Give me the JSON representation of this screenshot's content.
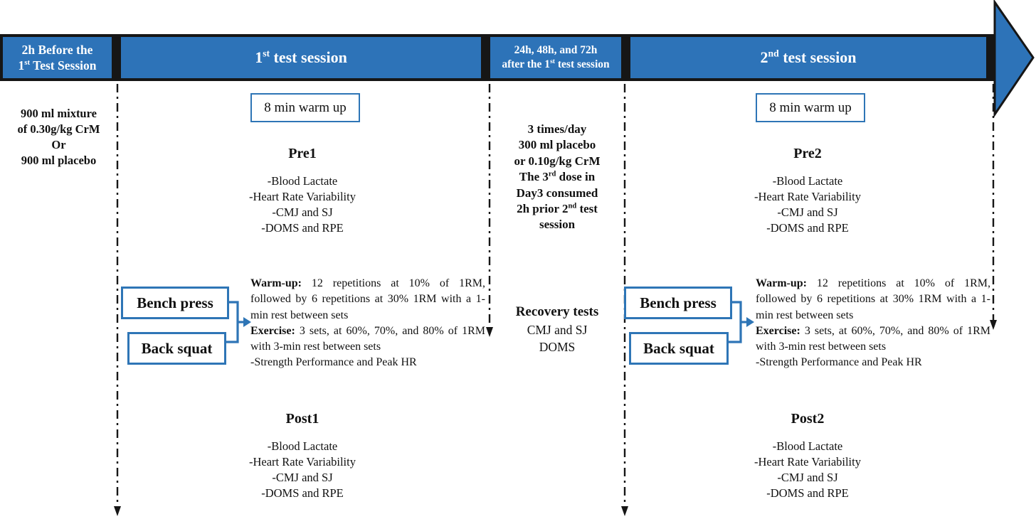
{
  "colors": {
    "timeline_blue": "#2d73b8",
    "box_border_blue": "#2e75b6",
    "line_black": "#161616"
  },
  "header": {
    "before": {
      "l1": "2h Before the",
      "l2a": "1",
      "l2sup": "st",
      "l2b": " Test Session"
    },
    "session1": {
      "a": "1",
      "sup": "st",
      "b": " test session"
    },
    "interval": {
      "l1": "24h, 48h, and 72h",
      "l2a": "after the 1",
      "l2sup": "st",
      "l2b": " test session"
    },
    "session2": {
      "a": "2",
      "sup": "nd",
      "b": " test session"
    }
  },
  "supplement": {
    "l1": "900 ml mixture",
    "l2": "of 0.30g/kg CrM",
    "l3": "Or",
    "l4": "900 ml placebo"
  },
  "warmup_box": "8 min warm up",
  "session1": {
    "pre": "Pre1",
    "post": "Post1"
  },
  "session2": {
    "pre": "Pre2",
    "post": "Post2"
  },
  "measures": [
    "-Blood Lactate",
    "-Heart Rate Variability",
    "-CMJ and SJ",
    "-DOMS and RPE"
  ],
  "exercises": {
    "bench": "Bench press",
    "squat": "Back squat"
  },
  "protocol": {
    "warmup_bold": "Warm-up:",
    "warmup_text": " 12 repetitions at 10% of 1RM, followed by 6 repetitions at 30% 1RM with a 1-min rest between sets",
    "exercise_bold": "Exercise:",
    "exercise_text": " 3 sets, at 60%, 70%, and 80% of 1RM with 3-min rest between sets",
    "strength": "-Strength Performance and Peak HR"
  },
  "dose": {
    "l1": "3 times/day",
    "l2": "300 ml placebo",
    "l3": "or 0.10g/kg CrM",
    "l4a": "The 3",
    "l4sup": "rd",
    "l4b": " dose in",
    "l5": "Day3 consumed",
    "l6a": "2h prior 2",
    "l6sup": "nd",
    "l6b": " test",
    "l7": "session"
  },
  "recovery": {
    "title": "Recovery tests",
    "tests": [
      "CMJ and SJ",
      "DOMS"
    ]
  }
}
